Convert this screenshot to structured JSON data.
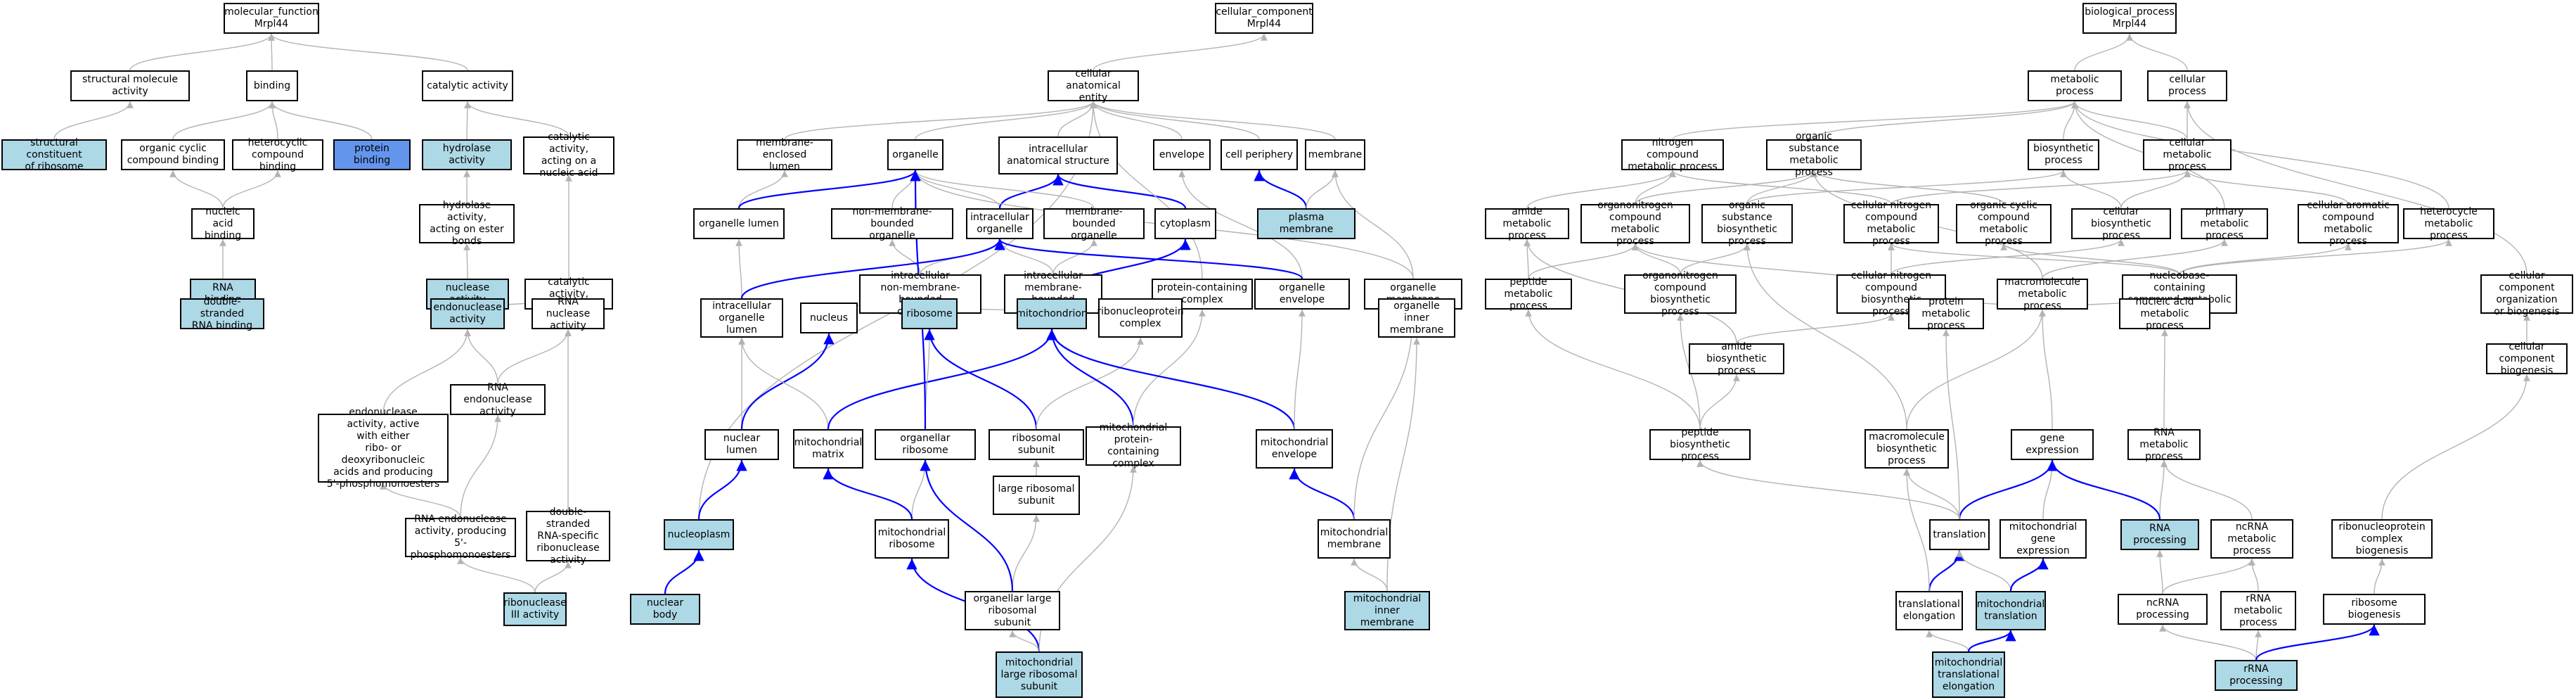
{
  "colors": {
    "highlight": "#add8e6",
    "selected": "#6495ed",
    "edge": "#b3b3b3",
    "strong_edge": "#0000ff"
  },
  "nodes": {
    "mf_root": "molecular_function\nMrpl44",
    "struct_mol": "structural molecule\nactivity",
    "binding": "binding",
    "catalytic": "catalytic activity",
    "struct_ribo": "structural constituent\nof ribosome",
    "org_cyclic_binding": "organic cyclic\ncompound binding",
    "hetero_binding": "heterocyclic\ncompound binding",
    "protein_binding": "protein binding",
    "hydrolase": "hydrolase activity",
    "cat_na": "catalytic activity,\nacting on a\nnucleic acid",
    "nucleic_binding": "nucleic acid\nbinding",
    "hydrolase_ester": "hydrolase activity,\nacting on ester\nbonds",
    "rna_binding": "RNA binding",
    "nuclease": "nuclease activity",
    "cat_rna": "catalytic activity,\nacting on RNA",
    "ds_rna_binding": "double-stranded\nRNA binding",
    "endonuclease": "endonuclease\nactivity",
    "rna_nuclease": "RNA nuclease\nactivity",
    "endo_5p": "endonuclease\nactivity, active\nwith either\nribo- or deoxyribonucleic\nacids and producing\n5'-phosphomonoesters",
    "rna_endo": "RNA endonuclease\nactivity",
    "rna_endo_5p": "RNA endonuclease\nactivity, producing\n5'-phosphomonoesters",
    "ds_rna_ribo": "double-stranded\nRNA-specific\nribonuclease\nactivity",
    "rnase3": "ribonuclease\nIII activity",
    "cc_root": "cellular_component\nMrpl44",
    "cae": "cellular anatomical\nentity",
    "mem_lumen": "membrane-enclosed\nlumen",
    "organelle": "organelle",
    "intra_struct": "intracellular\nanatomical structure",
    "envelope": "envelope",
    "cell_periph": "cell periphery",
    "membrane": "membrane",
    "org_lumen": "organelle lumen",
    "nonmem_org": "non-membrane-bounded\norganelle",
    "intra_org": "intracellular\norganelle",
    "mem_org": "membrane-bounded\norganelle",
    "cytoplasm": "cytoplasm",
    "plasma_mem": "plasma membrane",
    "intra_nonmem": "intracellular\nnon-membrane-bounded\norganelle",
    "intra_mem": "intracellular\nmembrane-bounded\norganelle",
    "prot_complex": "protein-containing\ncomplex",
    "org_env": "organelle envelope",
    "org_mem": "organelle membrane",
    "intra_org_lumen": "intracellular\norganelle lumen",
    "nucleus": "nucleus",
    "ribosome": "ribosome",
    "mitochondrion": "mitochondrion",
    "rnp_complex": "ribonucleoprotein\ncomplex",
    "org_inner_mem": "organelle inner\nmembrane",
    "nuclear_lumen": "nuclear lumen",
    "mito_matrix": "mitochondrial\nmatrix",
    "org_ribosome": "organellar ribosome",
    "ribo_subunit": "ribosomal subunit",
    "mito_prot_complex": "mitochondrial\nprotein-containing\ncomplex",
    "mito_env": "mitochondrial\nenvelope",
    "nucleoplasm": "nucleoplasm",
    "mito_ribosome": "mitochondrial\nribosome",
    "large_subunit": "large ribosomal\nsubunit",
    "mito_mem": "mitochondrial\nmembrane",
    "nuclear_body": "nuclear body",
    "org_large_subunit": "organellar large\nribosomal subunit",
    "mito_inner_mem": "mitochondrial\ninner membrane",
    "mito_large_subunit": "mitochondrial\nlarge ribosomal\nsubunit",
    "bp_root": "biological_process\nMrpl44",
    "metabolic": "metabolic process",
    "cellular_process": "cellular process",
    "nitrogen_met": "nitrogen compound\nmetabolic process",
    "org_sub_met": "organic substance\nmetabolic process",
    "biosynthetic": "biosynthetic\nprocess",
    "cell_met": "cellular metabolic\nprocess",
    "amide_met": "amide metabolic\nprocess",
    "organonitrogen_met": "organonitrogen\ncompound metabolic\nprocess",
    "org_sub_bio": "organic substance\nbiosynthetic\nprocess",
    "cell_nitrogen_met": "cellular nitrogen\ncompound metabolic\nprocess",
    "org_cyclic_met": "organic cyclic\ncompound metabolic\nprocess",
    "cell_bio": "cellular biosynthetic\nprocess",
    "primary_met": "primary metabolic\nprocess",
    "cell_aromatic": "cellular aromatic\ncompound metabolic\nprocess",
    "heterocycle_met": "heterocycle\nmetabolic process",
    "peptide_met": "peptide metabolic\nprocess",
    "organonitrogen_bio": "organonitrogen\ncompound biosynthetic\nprocess",
    "cell_nitrogen_bio": "cellular nitrogen\ncompound biosynthetic\nprocess",
    "macromol_met": "macromolecule\nmetabolic process",
    "nucleobase_met": "nucleobase-containing\ncompound metabolic\nprocess",
    "cc_org": "cellular component\norganization\nor biogenesis",
    "amide_bio": "amide biosynthetic\nprocess",
    "protein_met": "protein metabolic\nprocess",
    "nucleic_met": "nucleic acid\nmetabolic process",
    "cc_bio": "cellular component\nbiogenesis",
    "peptide_bio": "peptide biosynthetic\nprocess",
    "macromol_bio": "macromolecule\nbiosynthetic\nprocess",
    "gene_expr": "gene expression",
    "rna_met": "RNA metabolic\nprocess",
    "translation": "translation",
    "mito_gene_expr": "mitochondrial\ngene expression",
    "rna_processing": "RNA processing",
    "ncrna_met": "ncRNA metabolic\nprocess",
    "rnp_bio": "ribonucleoprotein\ncomplex biogenesis",
    "transl_elong": "translational\nelongation",
    "mito_transl": "mitochondrial\ntranslation",
    "ncrna_processing": "ncRNA processing",
    "rrna_met": "rRNA metabolic\nprocess",
    "ribo_bio": "ribosome biogenesis",
    "mito_transl_elong": "mitochondrial\ntranslational\nelongation",
    "rrna_processing": "rRNA processing"
  }
}
